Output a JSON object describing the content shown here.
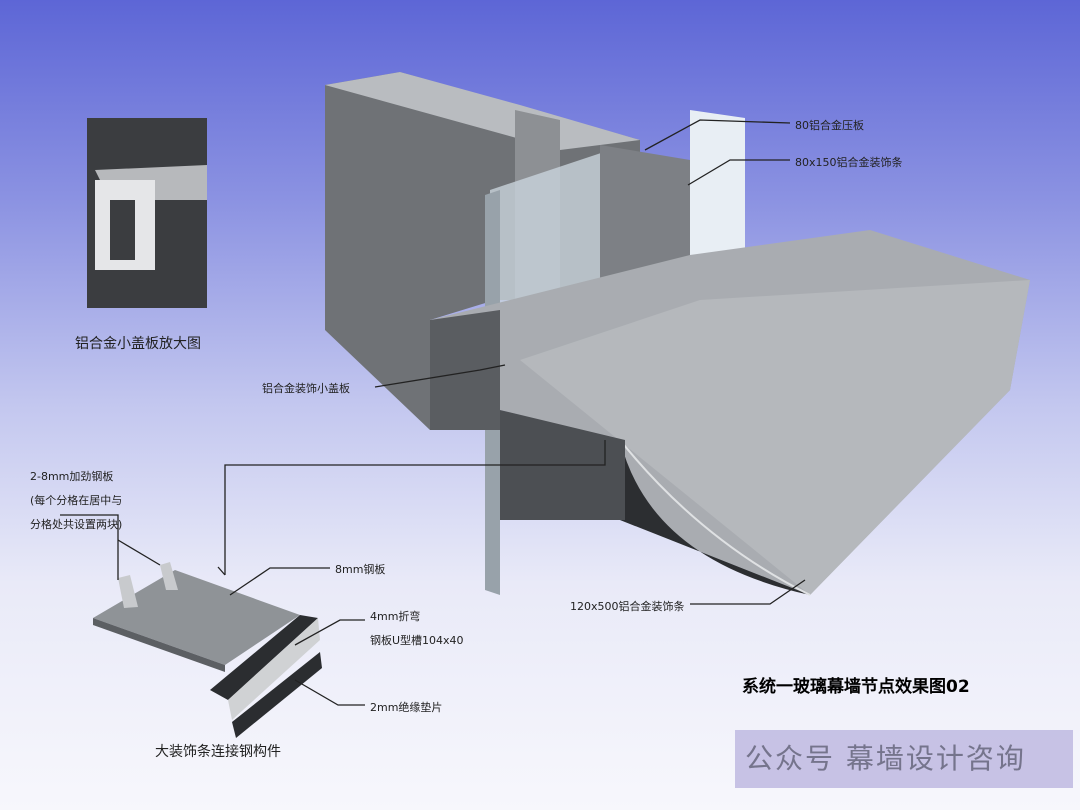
{
  "labels": {
    "pressure_plate": "80铝合金压板",
    "decor_strip_small": "80x150铝合金装饰条",
    "inset_caption": "铝合金小盖板放大图",
    "small_cover": "铝合金装饰小盖板",
    "stiffener_line1": "2-8mm加劲钢板",
    "stiffener_line2": "(每个分格在居中与",
    "stiffener_line3": "分格处共设置两块)",
    "steel_plate": "8mm钢板",
    "u_channel_line1": "4mm折弯",
    "u_channel_line2": "钢板U型槽104x40",
    "insulation": "2mm绝缘垫片",
    "connector_caption": "大装饰条连接钢构件",
    "decor_strip_large": "120x500铝合金装饰条"
  },
  "title": "系统一玻璃幕墙节点效果图02",
  "watermark": "公众号 幕墙设计咨询"
}
